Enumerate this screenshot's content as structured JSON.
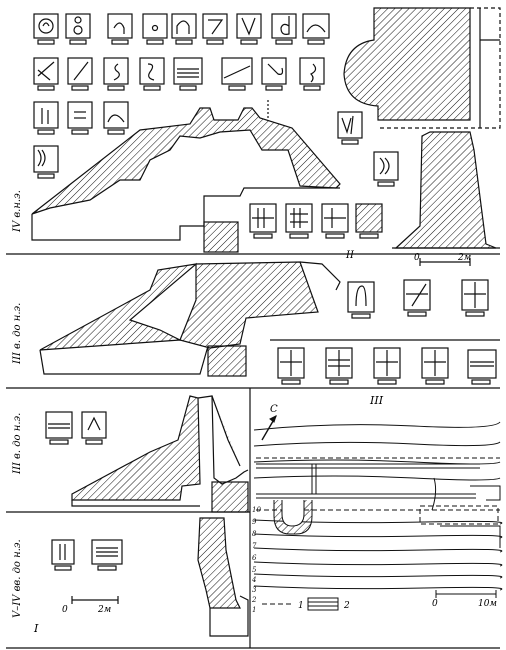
{
  "period_labels": [
    "IV в.н.э.",
    "III в. до н.э.",
    "III в. до н.э.",
    "V–IV вв. до н.э."
  ],
  "panel_labels": [
    "II",
    "III",
    "I"
  ],
  "scale_labels": {
    "panel2": {
      "zero": "0",
      "end": "2м"
    },
    "panel1": {
      "zero": "0",
      "end": "2м"
    },
    "panel3": {
      "zero": "0",
      "end": "10м"
    }
  },
  "north_label": "С",
  "legend": [
    {
      "num": "1",
      "meaning": "dashed line"
    },
    {
      "num": "2",
      "meaning": "double line"
    }
  ],
  "layer_numbers": [
    "10",
    "9",
    "8",
    "7",
    "6",
    "5",
    "4",
    "3",
    "2",
    "1"
  ],
  "colors": {
    "ink": "#111111",
    "hatch": "#111111",
    "paper": "#ffffff"
  }
}
